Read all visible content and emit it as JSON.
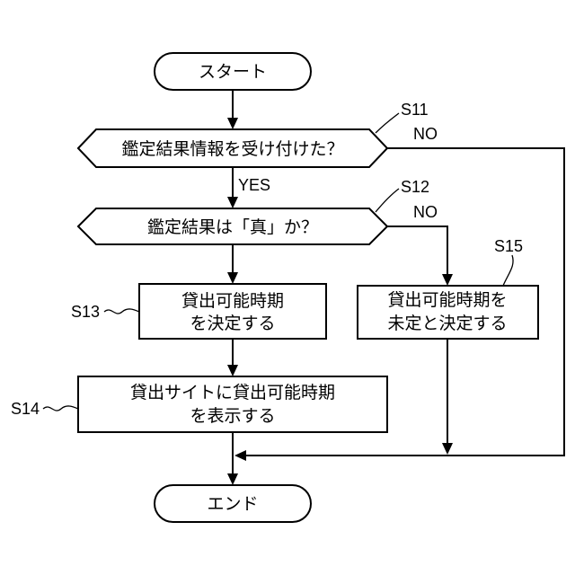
{
  "nodes": {
    "start": "スタート",
    "s11_question": "鑑定結果情報を受け付けた？",
    "s12_question": "鑑定結果は「真」か？",
    "s13_line1": "貸出可能時期",
    "s13_line2": "を決定する",
    "s15_line1": "貸出可能時期を",
    "s15_line2": "未定と決定する",
    "s14_line1": "貸出サイトに貸出可能時期",
    "s14_line2": "を表示する",
    "end": "エンド"
  },
  "step_labels": {
    "s11": "S11",
    "s12": "S12",
    "s13": "S13",
    "s14": "S14",
    "s15": "S15"
  },
  "branch_labels": {
    "s11_no": "NO",
    "s11_yes": "YES",
    "s12_no": "NO"
  }
}
